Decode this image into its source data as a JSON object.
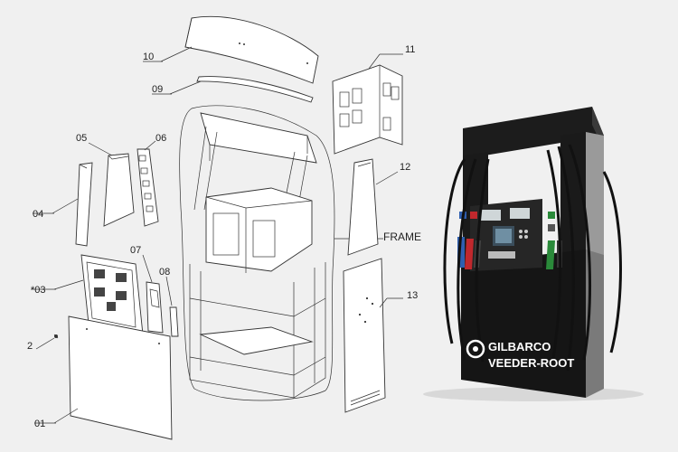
{
  "callouts": {
    "c10": "10",
    "c09": "09",
    "c11": "11",
    "c05": "05",
    "c06": "06",
    "c04": "04",
    "c12": "12",
    "c07": "07",
    "c08": "08",
    "frame": "FRAME",
    "c03": "*03",
    "c13": "13",
    "c2": "2",
    "c01": "01"
  },
  "dispenser": {
    "brand_line1": "GILBARCO",
    "brand_line2": "VEEDER-ROOT"
  },
  "colors": {
    "background": "#f0f0f0",
    "dispenser_body": "#1a1a1a",
    "dispenser_side": "#9a9a9a",
    "nozzle_red": "#c0282d",
    "nozzle_green": "#2a8a3a",
    "nozzle_blue": "#2f5fb0"
  }
}
